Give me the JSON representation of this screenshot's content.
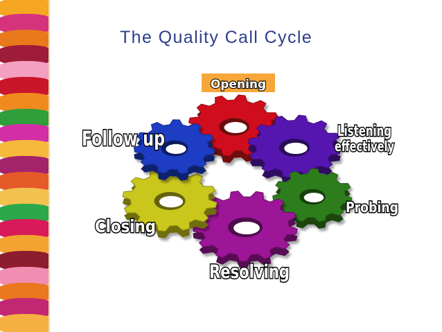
{
  "slide": {
    "title": "The Quality Call Cycle"
  },
  "cycle": {
    "stages": [
      {
        "label": "Opening",
        "color": "#d0111b"
      },
      {
        "label": "Listening",
        "label_line2": "effectively",
        "color": "#5513b0"
      },
      {
        "label": "Probing",
        "color": "#2f7d1e"
      },
      {
        "label": "Resolving",
        "color": "#9c1697"
      },
      {
        "label": "Closing",
        "color": "#c9c61a"
      },
      {
        "label": "Follow up",
        "color": "#1c3cc4"
      }
    ],
    "opening_highlight_color": "#f7a73a"
  },
  "decor": {
    "stripe_colors": [
      "#f5a623",
      "#d6337d",
      "#e87a1c",
      "#9e1b3a",
      "#f4a0c0",
      "#c9162b",
      "#f08a1e",
      "#2f9e3b",
      "#d32ea6",
      "#f6b93b",
      "#a4236b",
      "#e65a2a",
      "#f2c14e",
      "#2aa84a",
      "#d91a5a",
      "#f3a32f",
      "#8c1c2e",
      "#f28db2",
      "#e9781e",
      "#c22774",
      "#f5b041"
    ],
    "divider_color": "#f0d9a6",
    "title_color": "#2c3e8c"
  }
}
